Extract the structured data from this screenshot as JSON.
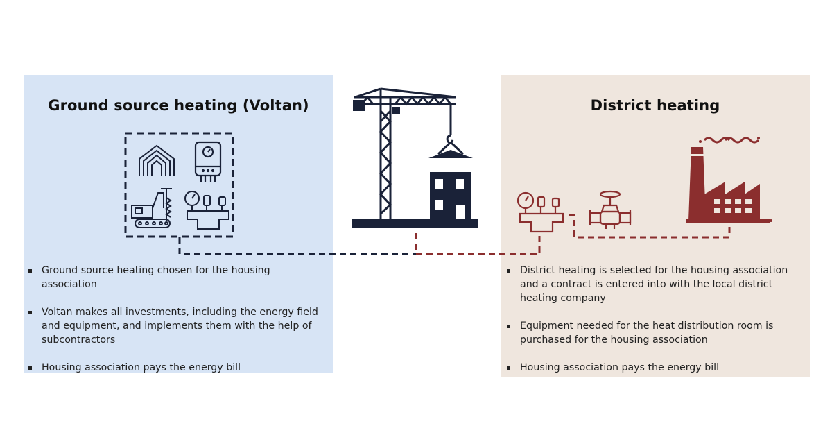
{
  "left": {
    "title": "Ground source heating (Voltan)",
    "bullets": [
      "Ground source heating chosen for the housing association",
      "Voltan makes all investments, including the energy field and equipment, and implements them with the help of subcontractors",
      "Housing association pays the energy bill"
    ]
  },
  "right": {
    "title": "District heating",
    "bullets": [
      "District heating is selected for the housing association and a contract is entered into with the local district heating company",
      "Equipment needed for the heat distribution room is purchased for the housing association",
      "Housing association pays the energy bill"
    ]
  },
  "colors": {
    "left_panel": "#d7e4f5",
    "right_panel": "#efe6de",
    "navy": "#1a2238",
    "maroon": "#8b2e2e"
  },
  "icons": {
    "center": "crane-building-icon",
    "left": [
      "ground-heat-field-icon",
      "heat-pump-unit-icon",
      "drilling-rig-icon",
      "pipe-manifold-gauge-icon"
    ],
    "right": [
      "pipe-manifold-gauge-icon",
      "valve-icon",
      "power-plant-icon"
    ]
  }
}
